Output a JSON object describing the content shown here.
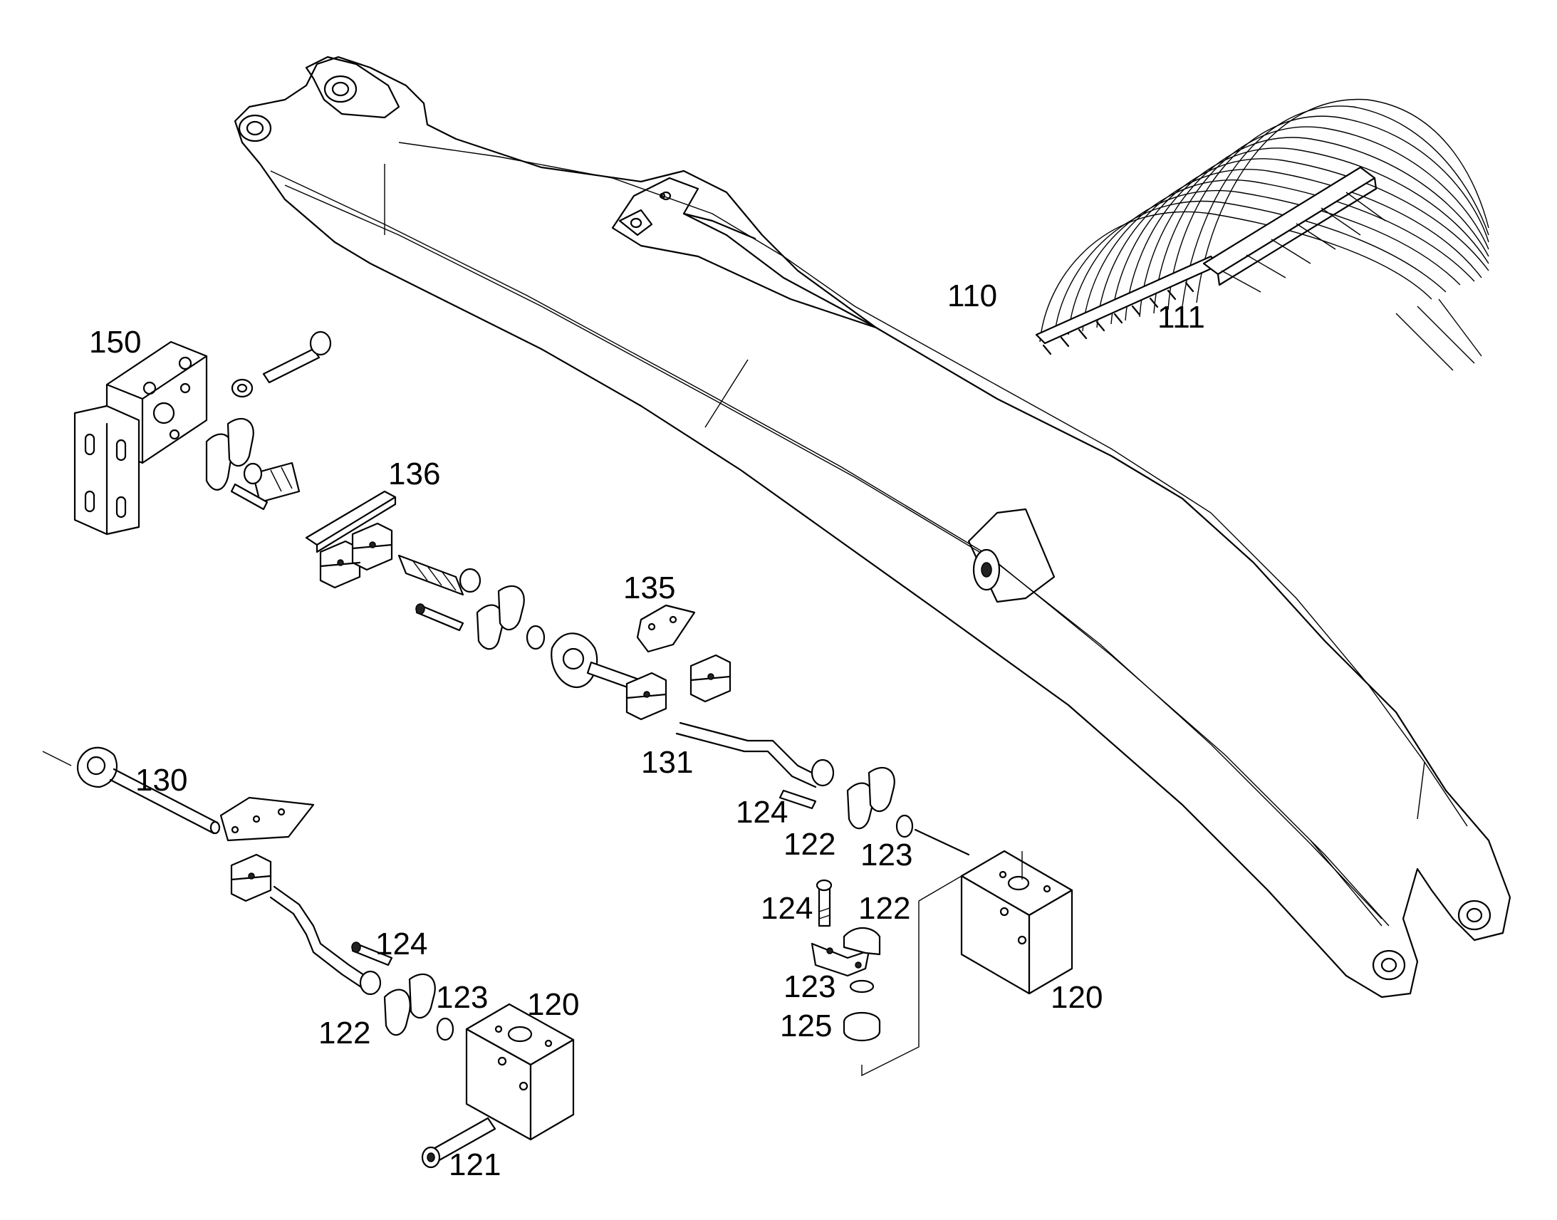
{
  "colors": {
    "background": "#ffffff",
    "ink": "#000000"
  },
  "labels": {
    "p110": "110",
    "p111": "111",
    "p150": "150",
    "p136": "136",
    "p135": "135",
    "p131": "131",
    "p130": "130",
    "p124a": "124",
    "p122a": "122",
    "p123a": "123",
    "p124b": "124",
    "p122b": "122",
    "p123b": "123",
    "p125": "125",
    "p120a": "120",
    "p124c": "124",
    "p122c": "122",
    "p123c": "123",
    "p120b": "120",
    "p121": "121"
  }
}
